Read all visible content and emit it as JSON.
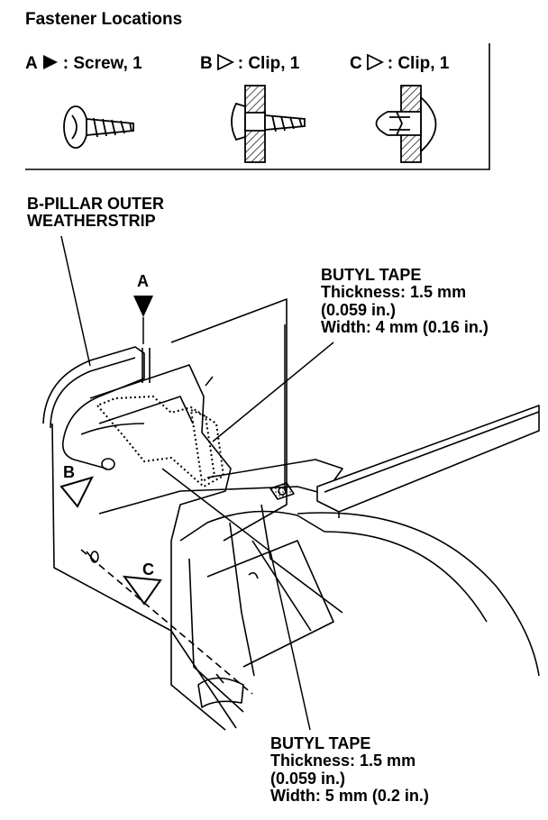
{
  "title": "Fastener Locations",
  "legend": [
    {
      "key": "A",
      "symbol": "solid-triangle-icon",
      "text": ": Screw, 1"
    },
    {
      "key": "B",
      "symbol": "outline-triangle-icon",
      "text": ": Clip, 1"
    },
    {
      "key": "C",
      "symbol": "outline-triangle-icon",
      "text": ": Clip, 1"
    }
  ],
  "labels": {
    "weatherstrip_line1": "B-PILLAR OUTER",
    "weatherstrip_line2": "WEATHERSTRIP",
    "markA": "A",
    "markB": "B",
    "markC": "C"
  },
  "butyl_tape_1": {
    "title": "BUTYL TAPE",
    "thickness": "Thickness: 1.5 mm",
    "thickness_in": "(0.059 in.)",
    "width": "Width: 4 mm (0.16 in.)"
  },
  "butyl_tape_2": {
    "title": "BUTYL TAPE",
    "thickness": "Thickness: 1.5 mm",
    "thickness_in": "(0.059 in.)",
    "width": "Width: 5 mm (0.2 in.)"
  },
  "colors": {
    "ink": "#000000",
    "paper": "#ffffff"
  }
}
